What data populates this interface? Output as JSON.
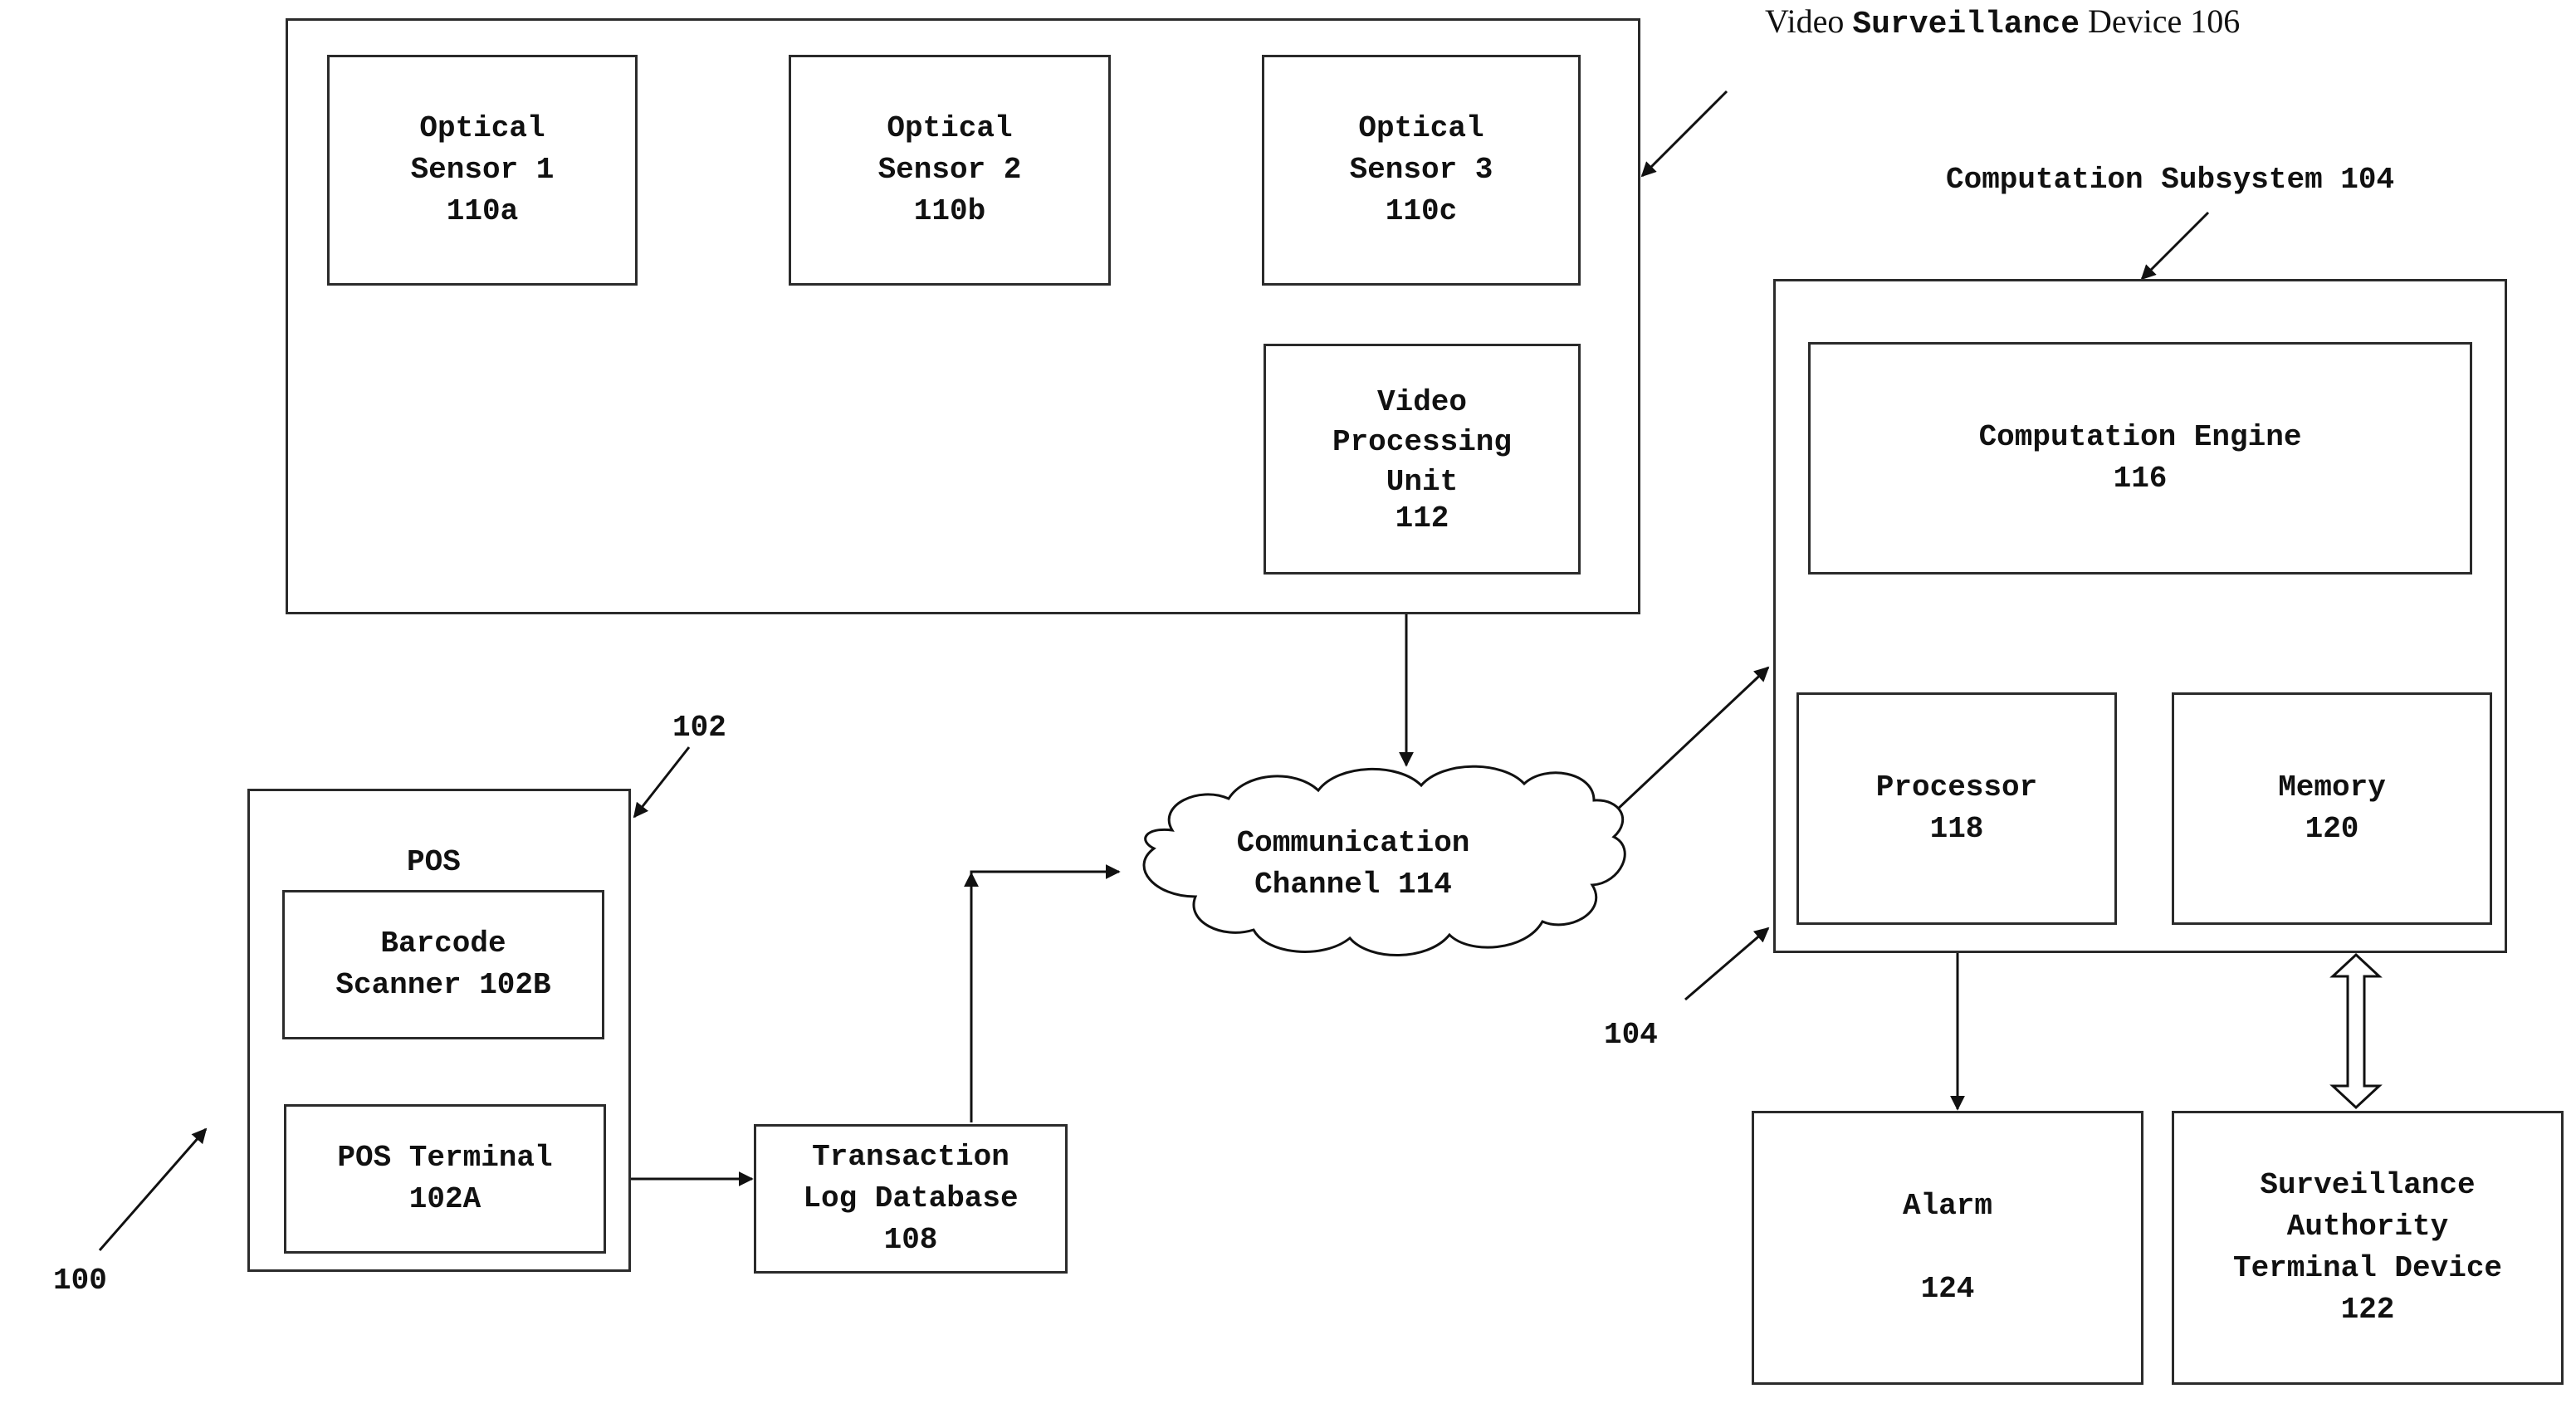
{
  "title": {
    "prefix": "Video",
    "bold": "Surveillance",
    "suffix": "Device 106"
  },
  "video_device": {
    "sensor1": {
      "line1": "Optical",
      "line2": "Sensor 1",
      "ref": "110a"
    },
    "sensor2": {
      "line1": "Optical",
      "line2": "Sensor 2",
      "ref": "110b"
    },
    "sensor3": {
      "line1": "Optical",
      "line2": "Sensor 3",
      "ref": "110c"
    },
    "vpu": {
      "line1": "Video",
      "line2": "Processing",
      "line3": "Unit",
      "ref": "112"
    }
  },
  "computation": {
    "title": "Computation Subsystem 104",
    "engine": {
      "name": "Computation Engine",
      "ref": "116"
    },
    "processor": {
      "name": "Processor",
      "ref": "118"
    },
    "memory": {
      "name": "Memory",
      "ref": "120"
    },
    "ref_label": "104"
  },
  "pos": {
    "ref_label": "102",
    "title": "POS",
    "scanner": {
      "line1": "Barcode",
      "line2": "Scanner 102B"
    },
    "terminal": {
      "line1": "POS Terminal",
      "line2": "102A"
    }
  },
  "transaction_db": {
    "line1": "Transaction",
    "line2": "Log Database",
    "ref": "108"
  },
  "channel": {
    "line1": "Communication",
    "line2": "Channel 114"
  },
  "alarm": {
    "name": "Alarm",
    "ref": "124"
  },
  "authority": {
    "line1": "Surveillance",
    "line2": "Authority",
    "line3": "Terminal Device",
    "ref": "122"
  },
  "system_ref": "100"
}
